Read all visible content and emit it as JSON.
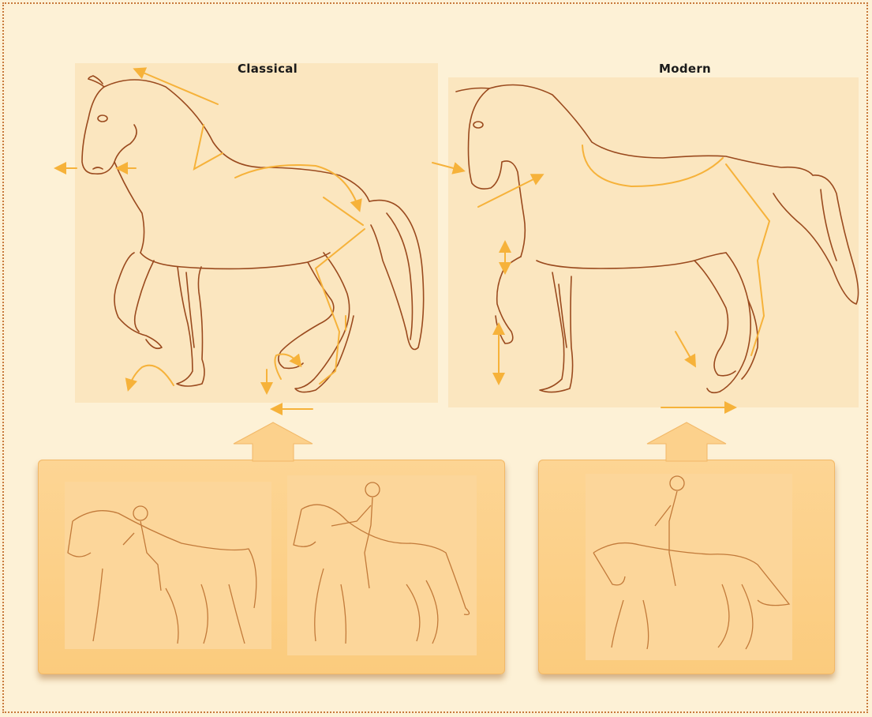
{
  "labels": {
    "classical": "Classical",
    "modern": "Modern"
  },
  "colors": {
    "background": "#fdf1d6",
    "horse_outline": "#9a4a1e",
    "arrow": "#f6b23a",
    "box": "#fcd18c",
    "frame": "#c87a3c"
  },
  "icons": [
    "horse-outline",
    "rider-on-horse",
    "direction-arrow",
    "block-up-arrow"
  ]
}
